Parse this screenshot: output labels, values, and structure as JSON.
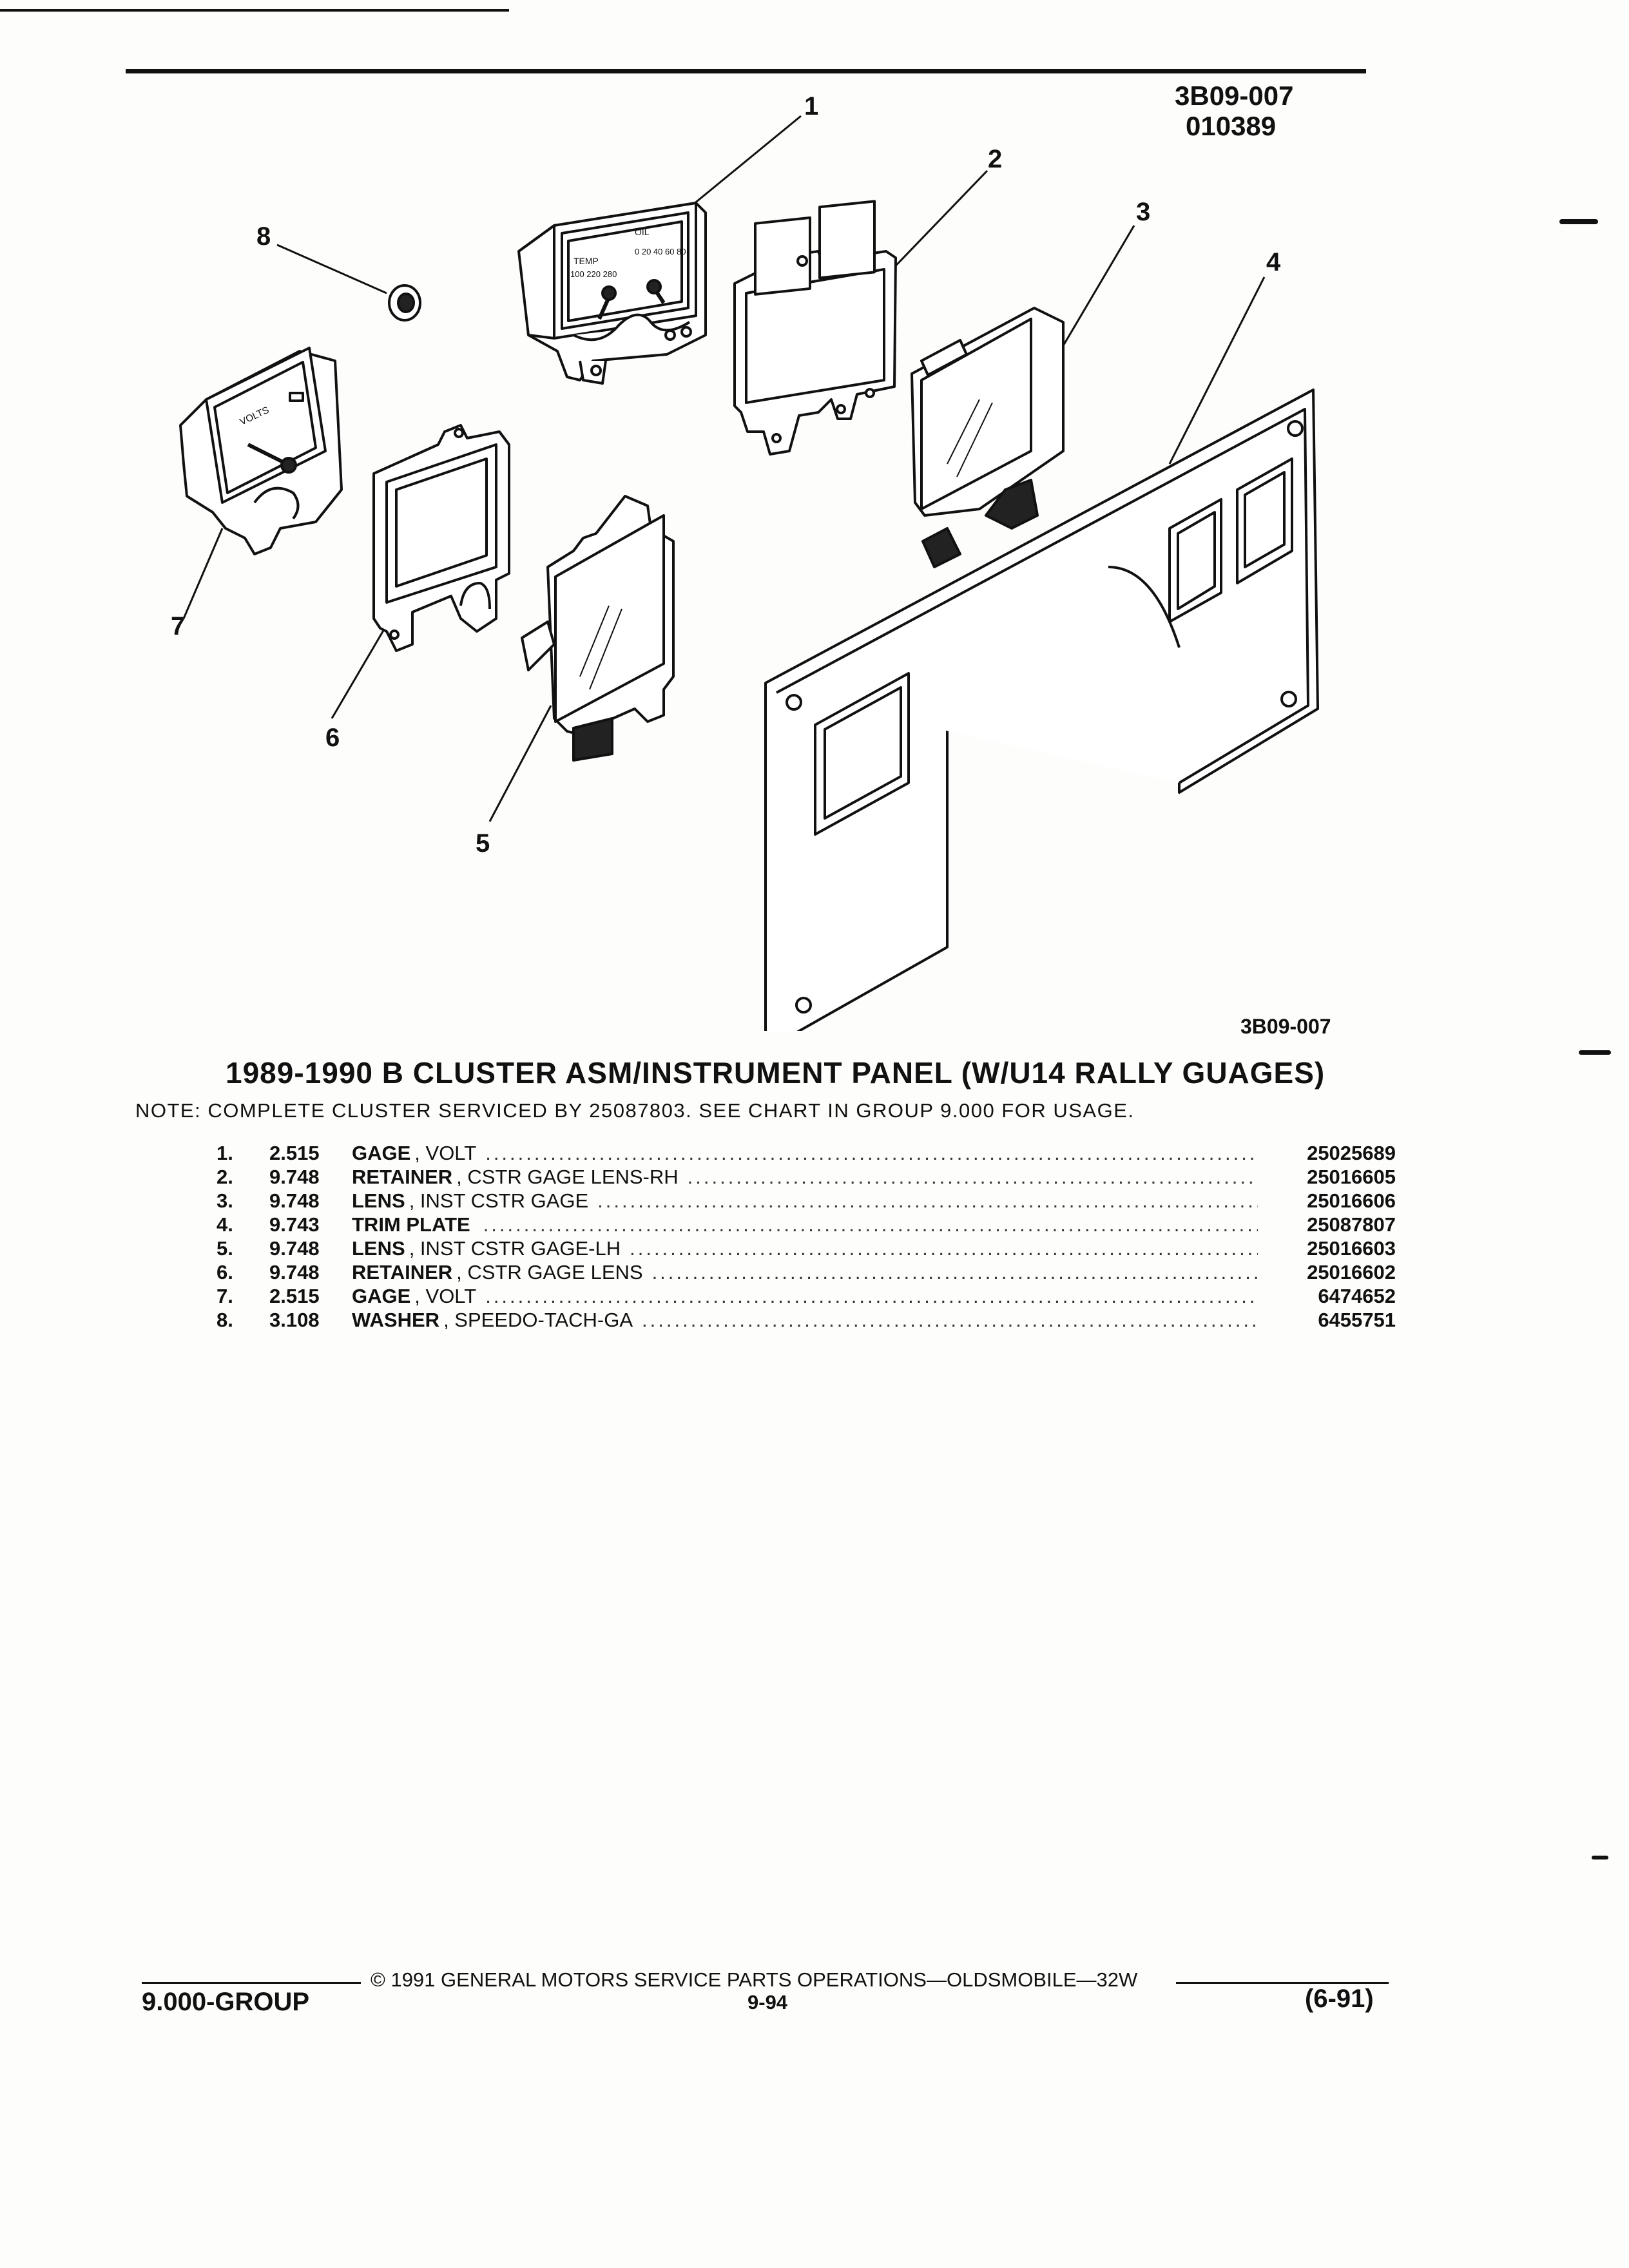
{
  "header": {
    "figure_code": "3B09-007",
    "date_code": "010389"
  },
  "diagram": {
    "callouts": [
      "1",
      "2",
      "3",
      "4",
      "5",
      "6",
      "7",
      "8"
    ],
    "figure_tag": "3B09-007",
    "gauge_text": {
      "volts": "VOLTS",
      "temp": "TEMP",
      "oil": "OIL",
      "scale_temp": "100 220 280",
      "scale_oil": "0 20 40 60 80"
    }
  },
  "title": "1989-1990 B CLUSTER ASM/INSTRUMENT PANEL (W/U14 RALLY GUAGES)",
  "note": "NOTE:  COMPLETE CLUSTER SERVICED BY 25087803. SEE CHART IN GROUP 9.000 FOR USAGE.",
  "parts": [
    {
      "num": "1.",
      "group": "2.515",
      "name": "GAGE",
      "desc": ", VOLT",
      "dots": "................................................................................................",
      "part_no": "25025689"
    },
    {
      "num": "2.",
      "group": "9.748",
      "name": "RETAINER",
      "desc": ", CSTR GAGE LENS-RH",
      "dots": "................................................................................................",
      "part_no": "25016605"
    },
    {
      "num": "3.",
      "group": "9.748",
      "name": "LENS",
      "desc": ", INST CSTR GAGE",
      "dots": "................................................................................................",
      "part_no": "25016606"
    },
    {
      "num": "4.",
      "group": "9.743",
      "name": "TRIM PLATE",
      "desc": "",
      "dots": "................................................................................................",
      "part_no": "25087807"
    },
    {
      "num": "5.",
      "group": "9.748",
      "name": "LENS",
      "desc": ", INST CSTR GAGE-LH",
      "dots": "................................................................................................",
      "part_no": "25016603"
    },
    {
      "num": "6.",
      "group": "9.748",
      "name": "RETAINER",
      "desc": ", CSTR GAGE LENS",
      "dots": "................................................................................................",
      "part_no": "25016602"
    },
    {
      "num": "7.",
      "group": "2.515",
      "name": "GAGE",
      "desc": ", VOLT",
      "dots": "................................................................................................",
      "part_no": "6474652"
    },
    {
      "num": "8.",
      "group": "3.108",
      "name": "WASHER",
      "desc": ", SPEEDO-TACH-GA",
      "dots": "................................................................................................",
      "part_no": "6455751"
    }
  ],
  "footer": {
    "copyright": "© 1991 GENERAL MOTORS SERVICE PARTS OPERATIONS—OLDSMOBILE—32W",
    "group": "9.000-GROUP",
    "page": "9-94",
    "revision": "(6-91)"
  }
}
